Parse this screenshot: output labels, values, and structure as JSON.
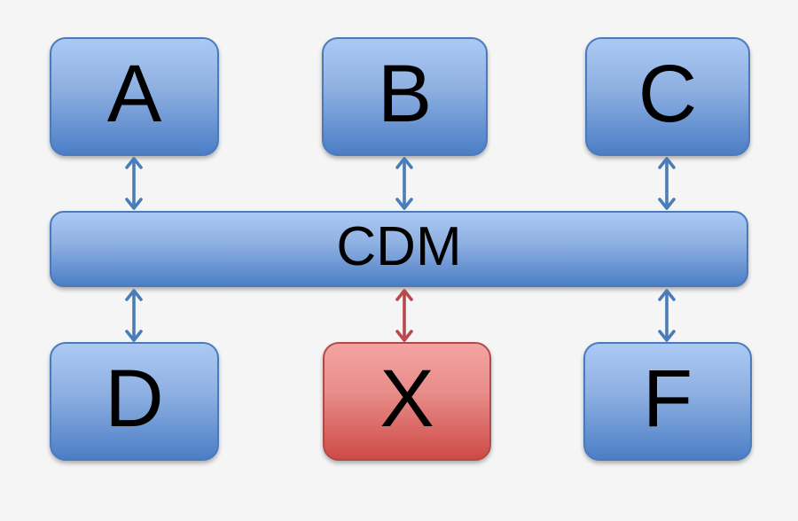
{
  "diagram": {
    "background_color": "#f5f5f6",
    "bus": {
      "id": "CDM",
      "label": "CDM",
      "style": "blue"
    },
    "nodes": [
      {
        "id": "A",
        "label": "A",
        "style": "blue",
        "row": "top",
        "position": "left"
      },
      {
        "id": "B",
        "label": "B",
        "style": "blue",
        "row": "top",
        "position": "center"
      },
      {
        "id": "C",
        "label": "C",
        "style": "blue",
        "row": "top",
        "position": "right"
      },
      {
        "id": "D",
        "label": "D",
        "style": "blue",
        "row": "bottom",
        "position": "left"
      },
      {
        "id": "X",
        "label": "X",
        "style": "red",
        "row": "bottom",
        "position": "center"
      },
      {
        "id": "F",
        "label": "F",
        "style": "blue",
        "row": "bottom",
        "position": "right"
      }
    ],
    "connections": [
      {
        "from": "A",
        "to": "CDM",
        "type": "bidirectional",
        "color": "#4a7db8"
      },
      {
        "from": "B",
        "to": "CDM",
        "type": "bidirectional",
        "color": "#4a7db8"
      },
      {
        "from": "C",
        "to": "CDM",
        "type": "bidirectional",
        "color": "#4a7db8"
      },
      {
        "from": "D",
        "to": "CDM",
        "type": "bidirectional",
        "color": "#4a7db8"
      },
      {
        "from": "X",
        "to": "CDM",
        "type": "bidirectional",
        "color": "#b8494c"
      },
      {
        "from": "F",
        "to": "CDM",
        "type": "bidirectional",
        "color": "#4a7db8"
      }
    ],
    "colors": {
      "blue_fill_top": "#abc9f3",
      "blue_fill_bottom": "#4c7ec6",
      "blue_border": "#4a7abc",
      "red_fill_top": "#f4a3a2",
      "red_fill_bottom": "#ce4a46",
      "red_border": "#b04a48",
      "arrow_blue": "#4a7db8",
      "arrow_red": "#b8494c",
      "text": "#000000"
    }
  }
}
